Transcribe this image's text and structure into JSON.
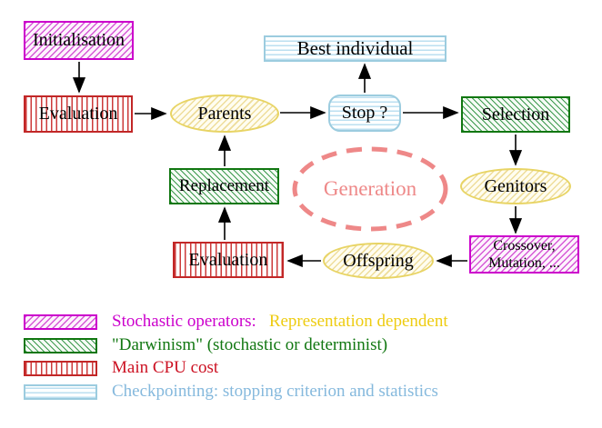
{
  "nodes": {
    "initialisation": {
      "label": "Initialisation"
    },
    "evaluation_top": {
      "label": "Evaluation"
    },
    "parents": {
      "label": "Parents"
    },
    "stop": {
      "label": "Stop ?"
    },
    "best_individual": {
      "label": "Best individual"
    },
    "selection": {
      "label": "Selection"
    },
    "genitors": {
      "label": "Genitors"
    },
    "crossover_mutation": {
      "line1": "Crossover,",
      "line2": "Mutation, ..."
    },
    "offspring": {
      "label": "Offspring"
    },
    "evaluation_bottom": {
      "label": "Evaluation"
    },
    "replacement": {
      "label": "Replacement"
    },
    "generation": {
      "label": "Generation"
    }
  },
  "legend": {
    "stochastic": {
      "label": "Stochastic operators:",
      "suffix": "Representation dependent"
    },
    "darwinism": {
      "label": "\"Darwinism\" (stochastic or determinist)"
    },
    "cpu": {
      "label": "Main CPU cost"
    },
    "checkpointing": {
      "label": "Checkpointing: stopping criterion and statistics"
    }
  },
  "colors": {
    "magenta": "#cc00cc",
    "green": "#117711",
    "red": "#c22727",
    "red_text": "#cc1122",
    "cyan_border": "#9cccdf",
    "cyan_text": "#85b9dd",
    "yellow_border": "#e8d464",
    "yellow_text": "#eecc11",
    "salmon": "#ee8888",
    "black": "#000000"
  }
}
